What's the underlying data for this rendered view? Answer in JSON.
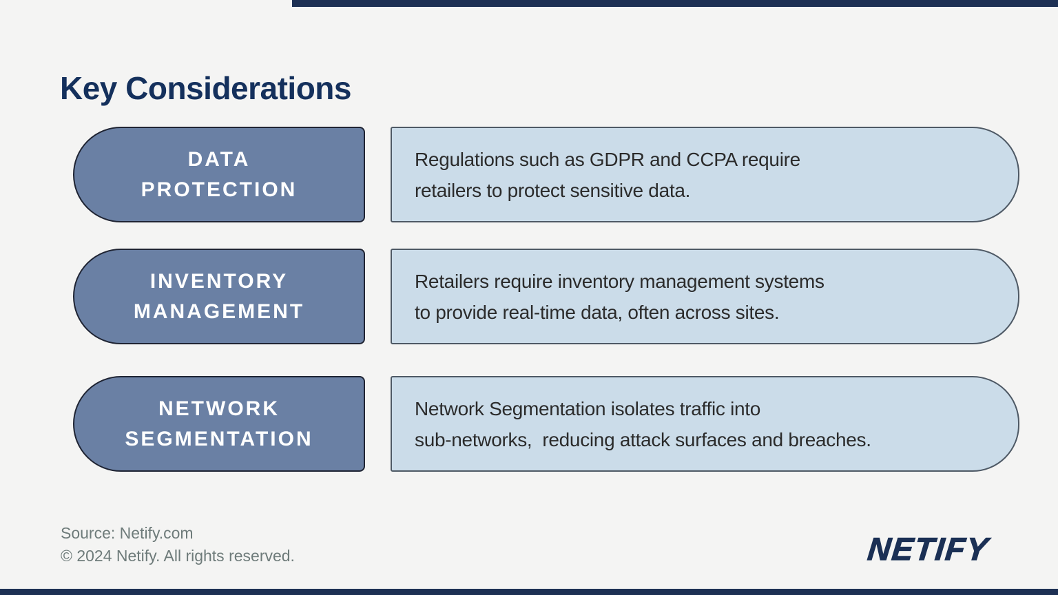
{
  "slide": {
    "title": "Key Considerations",
    "rows": [
      {
        "label_line1": "DATA",
        "label_line2": "PROTECTION",
        "desc_line1": "Regulations such as GDPR and CCPA require",
        "desc_line2": "retailers to protect sensitive data."
      },
      {
        "label_line1": "INVENTORY",
        "label_line2": "MANAGEMENT",
        "desc_line1": "Retailers require inventory management systems",
        "desc_line2": "to provide real-time data, often across sites."
      },
      {
        "label_line1": "NETWORK",
        "label_line2": "SEGMENTATION",
        "desc_line1": "Network Segmentation isolates traffic into",
        "desc_line2": "sub-networks,  reducing attack surfaces and breaches."
      }
    ],
    "footer": {
      "source": "Source: Netify.com",
      "copyright": "© 2024 Netify. All rights reserved."
    },
    "brand": {
      "logo_text": "NETIFY"
    }
  },
  "colors": {
    "background": "#F4F4F3",
    "title_navy": "#14305C",
    "pill_fill": "#6A80A4",
    "pill_border": "#1F2433",
    "pill_text": "#FFFFFF",
    "card_fill": "#CBDCE9",
    "card_border": "#4E5965",
    "body_text": "#2B2B2B",
    "footer_gray": "#6E7B7A",
    "brand_navy": "#1B3055",
    "accent_bar": "#1D3054"
  }
}
